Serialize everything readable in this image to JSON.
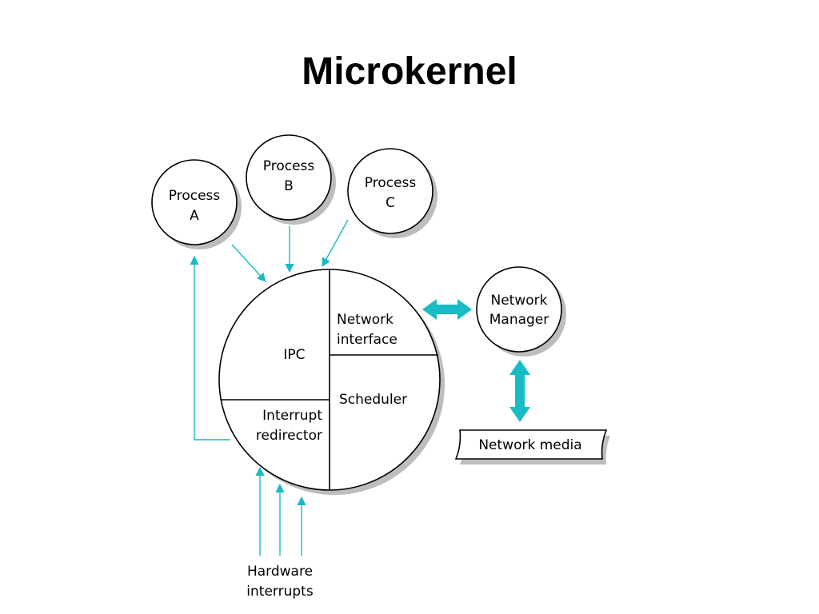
{
  "slide": {
    "title": "Microkernel"
  },
  "diagram": {
    "process_a": [
      "Process",
      "A"
    ],
    "process_b": [
      "Process",
      "B"
    ],
    "process_c": [
      "Process",
      "C"
    ],
    "kernel": {
      "ipc": "IPC",
      "network_interface": [
        "Network",
        "interface"
      ],
      "scheduler": "Scheduler",
      "interrupt_redirector": [
        "Interrupt",
        "redirector"
      ]
    },
    "network_manager": [
      "Network",
      "Manager"
    ],
    "network_media": "Network media",
    "hardware_interrupts": [
      "Hardware",
      "interrupts"
    ],
    "colors": {
      "arrow": "#17bcc4",
      "shadow": "#bdbdbd"
    }
  }
}
